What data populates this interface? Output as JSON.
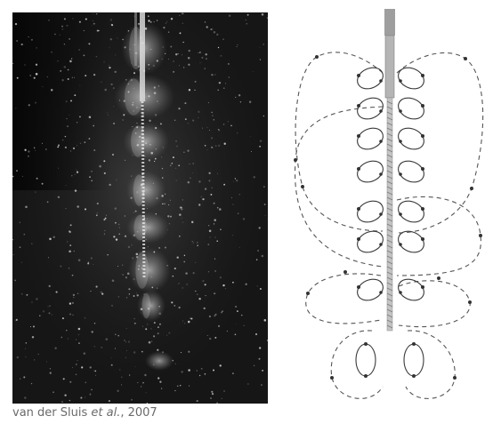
{
  "caption": {
    "authors": "van der Sluis ",
    "etal": "et al.",
    "year": ", 2007"
  },
  "colors": {
    "photo_background": "#141414",
    "line": "#3a3a3a",
    "caption_text": "#6a6a6a"
  }
}
